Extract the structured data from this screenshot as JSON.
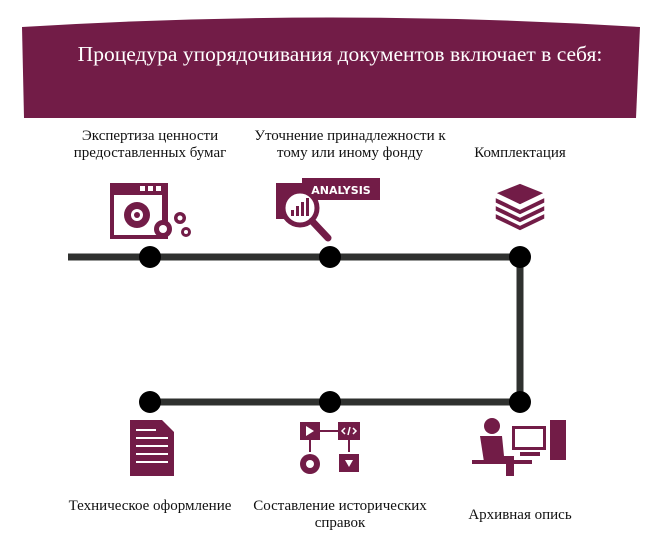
{
  "title": "Процедура упорядочивания документов включает в себя:",
  "colors": {
    "accent": "#721c47",
    "line": "#2f312f"
  },
  "steps": [
    {
      "label": "Экспертиза ценности предоставленных бумаг",
      "icon": "gear-window-icon"
    },
    {
      "label": "Уточнение принадлежности к тому или иному фонду",
      "icon": "analysis-icon",
      "badge": "ANALYSIS"
    },
    {
      "label": "Комплектация",
      "icon": "stack-icon"
    },
    {
      "label": "Архивная опись",
      "icon": "workstation-icon"
    },
    {
      "label": "Составление исторических справок",
      "icon": "workflow-icon"
    },
    {
      "label": "Техническое оформление",
      "icon": "document-icon"
    }
  ]
}
